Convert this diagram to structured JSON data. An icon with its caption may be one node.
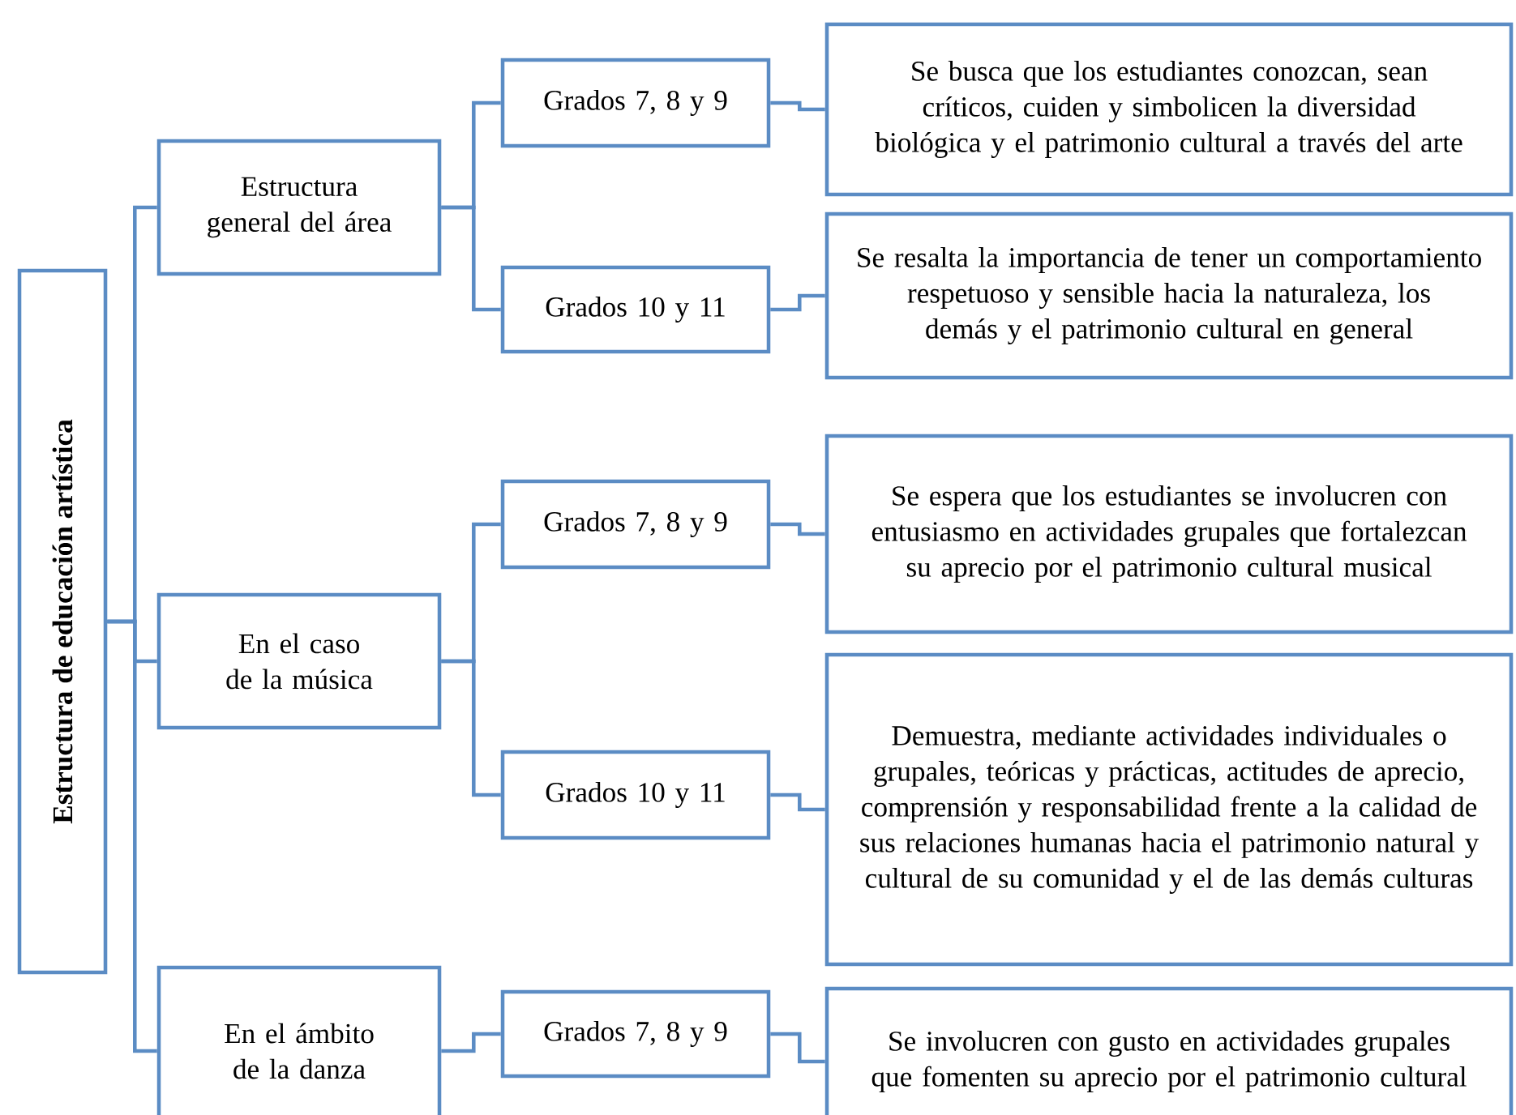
{
  "diagram": {
    "nodes": [
      {
        "text": [
          "Estructura de educación artística"
        ]
      },
      {
        "text": [
          "Estructura general del área"
        ]
      },
      {
        "text": [
          "En el caso de la música"
        ]
      },
      {
        "text": [
          "En el ámbito de la danza"
        ]
      },
      {
        "text": [
          "Grados 7, 8 y 9"
        ]
      },
      {
        "text": [
          "Grados 10 y 11"
        ]
      },
      {
        "text": [
          "Grados 7, 8 y 9"
        ]
      },
      {
        "text": [
          "Grados 10 y 11"
        ]
      },
      {
        "text": [
          "Grados 7, 8 y 9"
        ]
      },
      {
        "text": [
          "Se busca que los estudiantes conozcan, sean críticos, cuiden y simbolicen la diversidad biológica y el patrimonio cultural a través del arte"
        ]
      },
      {
        "text": [
          "Se resalta la importancia de tener un comportamiento respetuoso y sensible hacia la naturaleza, los demás y el patrimonio cultural en general"
        ]
      },
      {
        "text": [
          "Se espera que los estudiantes se involucren con entusiasmo en actividades grupales que fortalezcan su aprecio por el patrimonio cultural musical"
        ]
      },
      {
        "text": [
          "Demuestra, mediante actividades individuales o grupales, teóricas y prácticas, actitudes de aprecio, comprensión y responsabilidad frente a la calidad de sus relaciones humanas hacia el patrimonio natural y cultural de su comunidad y el de las demás culturas"
        ]
      },
      {
        "text": [
          "Se involucren con gusto en actividades grupales que fomenten su aprecio por el patrimonio cultural"
        ]
      }
    ],
    "edges": [
      {
        "from": 0,
        "to": 1,
        "arrow": "none"
      },
      {
        "from": 0,
        "to": 2,
        "arrow": "none"
      },
      {
        "from": 0,
        "to": 3,
        "arrow": "none"
      },
      {
        "from": 1,
        "to": 4,
        "arrow": "none"
      },
      {
        "from": 1,
        "to": 5,
        "arrow": "none"
      },
      {
        "from": 2,
        "to": 6,
        "arrow": "none"
      },
      {
        "from": 2,
        "to": 7,
        "arrow": "none"
      },
      {
        "from": 3,
        "to": 8,
        "arrow": "none"
      },
      {
        "from": 4,
        "to": 9,
        "arrow": "none"
      },
      {
        "from": 5,
        "to": 10,
        "arrow": "none"
      },
      {
        "from": 6,
        "to": 11,
        "arrow": "none"
      },
      {
        "from": 7,
        "to": 12,
        "arrow": "none"
      },
      {
        "from": 8,
        "to": 13,
        "arrow": "none"
      }
    ]
  }
}
